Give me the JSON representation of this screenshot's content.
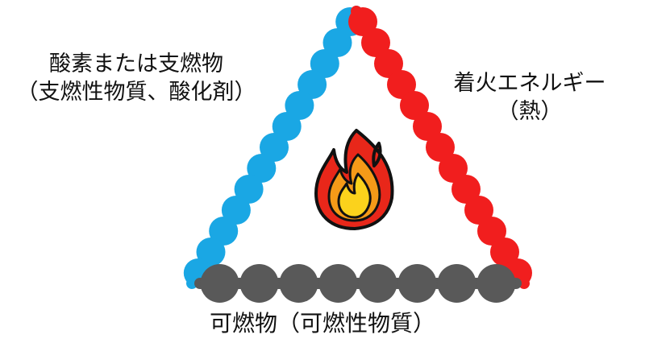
{
  "labels": {
    "oxygen_line1": "酸素または支燃物",
    "oxygen_line2": "（支燃性物質、酸化剤）",
    "heat_line1": "着火エネルギー",
    "heat_line2": "（熱）",
    "fuel": "可燃物（可燃性物質）"
  },
  "colors": {
    "oxygen": "#1aa7e4",
    "heat": "#f11e1e",
    "fuel": "#595959",
    "flame_outer": "#e8271a",
    "flame_mid": "#f59a18",
    "flame_inner": "#fbd21c",
    "outline": "#111111"
  },
  "icons": {
    "center": "fire-icon"
  }
}
